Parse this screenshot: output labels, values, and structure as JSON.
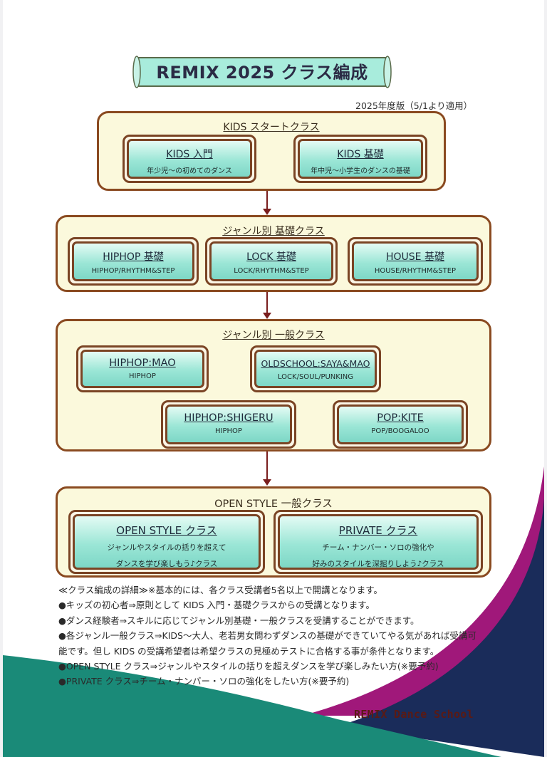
{
  "banner_title": "REMIX 2025 クラス編成",
  "edition": "2025年度版（5/1より適用）",
  "groups": {
    "kids": {
      "title": "KIDS スタートクラス",
      "classes": [
        {
          "title": "KIDS 入門",
          "sub": "年少児～の初めてのダンス"
        },
        {
          "title": "KIDS 基礎",
          "sub": "年中児～小学生のダンスの基礎"
        }
      ]
    },
    "genre_basic": {
      "title": "ジャンル別 基礎クラス",
      "classes": [
        {
          "title": "HIPHOP 基礎",
          "sub": "HIPHOP/RHYTHM&STEP"
        },
        {
          "title": "LOCK 基礎",
          "sub": "LOCK/RHYTHM&STEP"
        },
        {
          "title": "HOUSE 基礎",
          "sub": "HOUSE/RHYTHM&STEP"
        }
      ]
    },
    "genre_general": {
      "title": "ジャンル別 一般クラス",
      "classes": [
        {
          "title": "HIPHOP:MAO",
          "sub": "HIPHOP"
        },
        {
          "title": "OLDSCHOOL:SAYA&MAO",
          "sub": "LOCK/SOUL/PUNKING"
        },
        {
          "title": "HIPHOP:SHIGERU",
          "sub": "HIPHOP"
        },
        {
          "title": "POP:KITE",
          "sub": "POP/BOOGALOO"
        }
      ]
    },
    "open": {
      "title": "OPEN STYLE 一般クラス",
      "classes": [
        {
          "title": "OPEN STYLE クラス",
          "sub1": "ジャンルやスタイルの括りを超えて",
          "sub2": "ダンスを学び楽しもう♪クラス"
        },
        {
          "title": "PRIVATE クラス",
          "sub1": "チーム・ナンバー・ソロの強化や",
          "sub2": "好みのスタイルを深掘りしよう♪クラス"
        }
      ]
    }
  },
  "notes": [
    "≪クラス編成の詳細≫※基本的には、各クラス受講者5名以上で開講となります。",
    "●キッズの初心者⇒原則として KIDS 入門・基礎クラスからの受講となります。",
    "●ダンス経験者⇒スキルに応じてジャンル別基礎・一般クラスを受講することができます。",
    "●各ジャンル一般クラス⇒KIDS～大人、老若男女問わずダンスの基礎ができていてやる気があれば受講可",
    "能です。但し KIDS の受講希望者は希望クラスの見極めテストに合格する事が条件となります。",
    "●OPEN STYLE クラス⇒ジャンルやスタイルの括りを超えダンスを学び楽しみたい方(※要予約)",
    "●PRIVATE クラス⇒チーム・ナンバー・ソロの強化をしたい方(※要予約)"
  ],
  "footer_brand": "REMIX Dance School",
  "colors": {
    "teal": "#1a8a78",
    "navy": "#1a2c5a",
    "magenta": "#a0187a",
    "box_border": "#7a4424",
    "container_bg": "#fbf9dc"
  }
}
